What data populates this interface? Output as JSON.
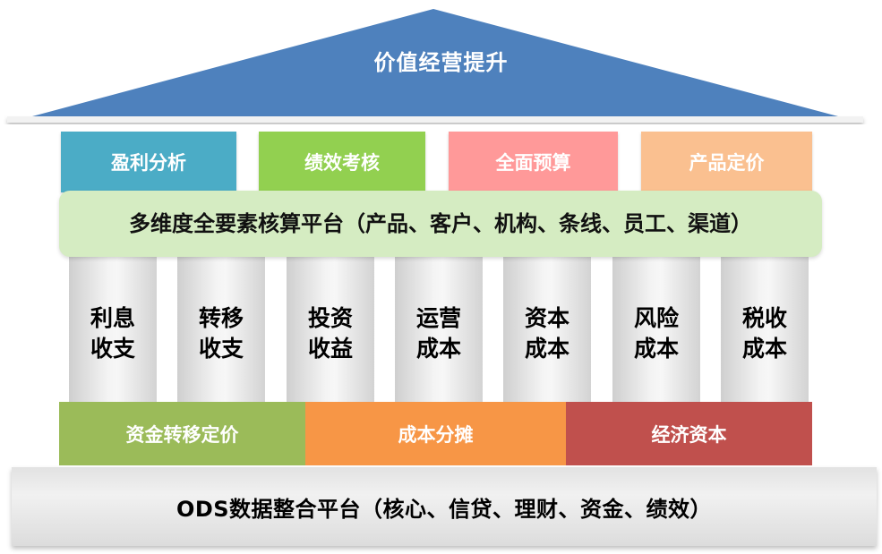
{
  "roof": {
    "title": "价值经营提升",
    "color": "#4e81bd"
  },
  "categories": [
    {
      "label": "盈利分析",
      "color": "#4bacc6"
    },
    {
      "label": "绩效考核",
      "color": "#92d050"
    },
    {
      "label": "全面预算",
      "color": "#ff9999"
    },
    {
      "label": "产品定价",
      "color": "#fac090"
    }
  ],
  "platform": {
    "text": "多维度全要素核算平台（产品、客户、机构、条线、员工、渠道）",
    "color": "#d5ecc2"
  },
  "pillars": [
    {
      "label": "利息收支"
    },
    {
      "label": "转移收支"
    },
    {
      "label": "投资收益"
    },
    {
      "label": "运营成本"
    },
    {
      "label": "资本成本"
    },
    {
      "label": "风险成本"
    },
    {
      "label": "税收成本"
    }
  ],
  "mid_band": [
    {
      "label": "资金转移定价",
      "color": "#9bbb59"
    },
    {
      "label": "成本分摊",
      "color": "#f79646"
    },
    {
      "label": "经济资本",
      "color": "#c0504d"
    }
  ],
  "base": {
    "text": "ODS数据整合平台（核心、信贷、理财、资金、绩效）"
  }
}
